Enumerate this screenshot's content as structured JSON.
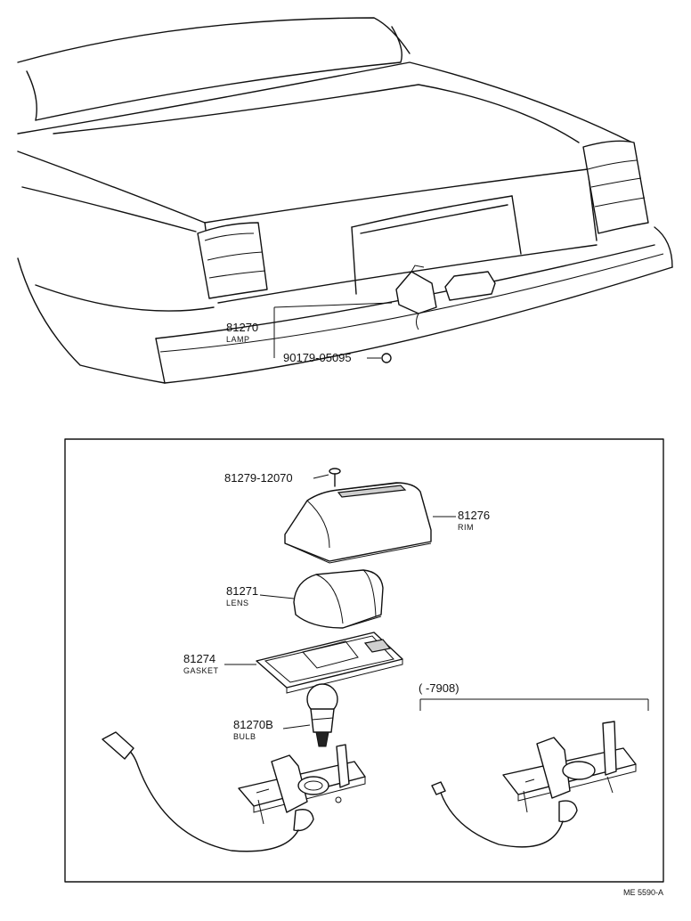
{
  "callouts": {
    "lamp_assy": {
      "number": "81270",
      "name": "LAMP"
    },
    "nut": {
      "number": "90179-05095"
    },
    "screw": {
      "number": "81279-12070"
    },
    "rim": {
      "number": "81276",
      "name": "RIM"
    },
    "lens": {
      "number": "81271",
      "name": "LENS"
    },
    "gasket": {
      "number": "81274",
      "name": "GASKET"
    },
    "bulb": {
      "number": "81270B",
      "name": "BULB"
    }
  },
  "variant_range": "(      -7908)",
  "figure_ref": "ME 5590-A",
  "colors": {
    "ink": "#111111",
    "paper": "#ffffff"
  }
}
